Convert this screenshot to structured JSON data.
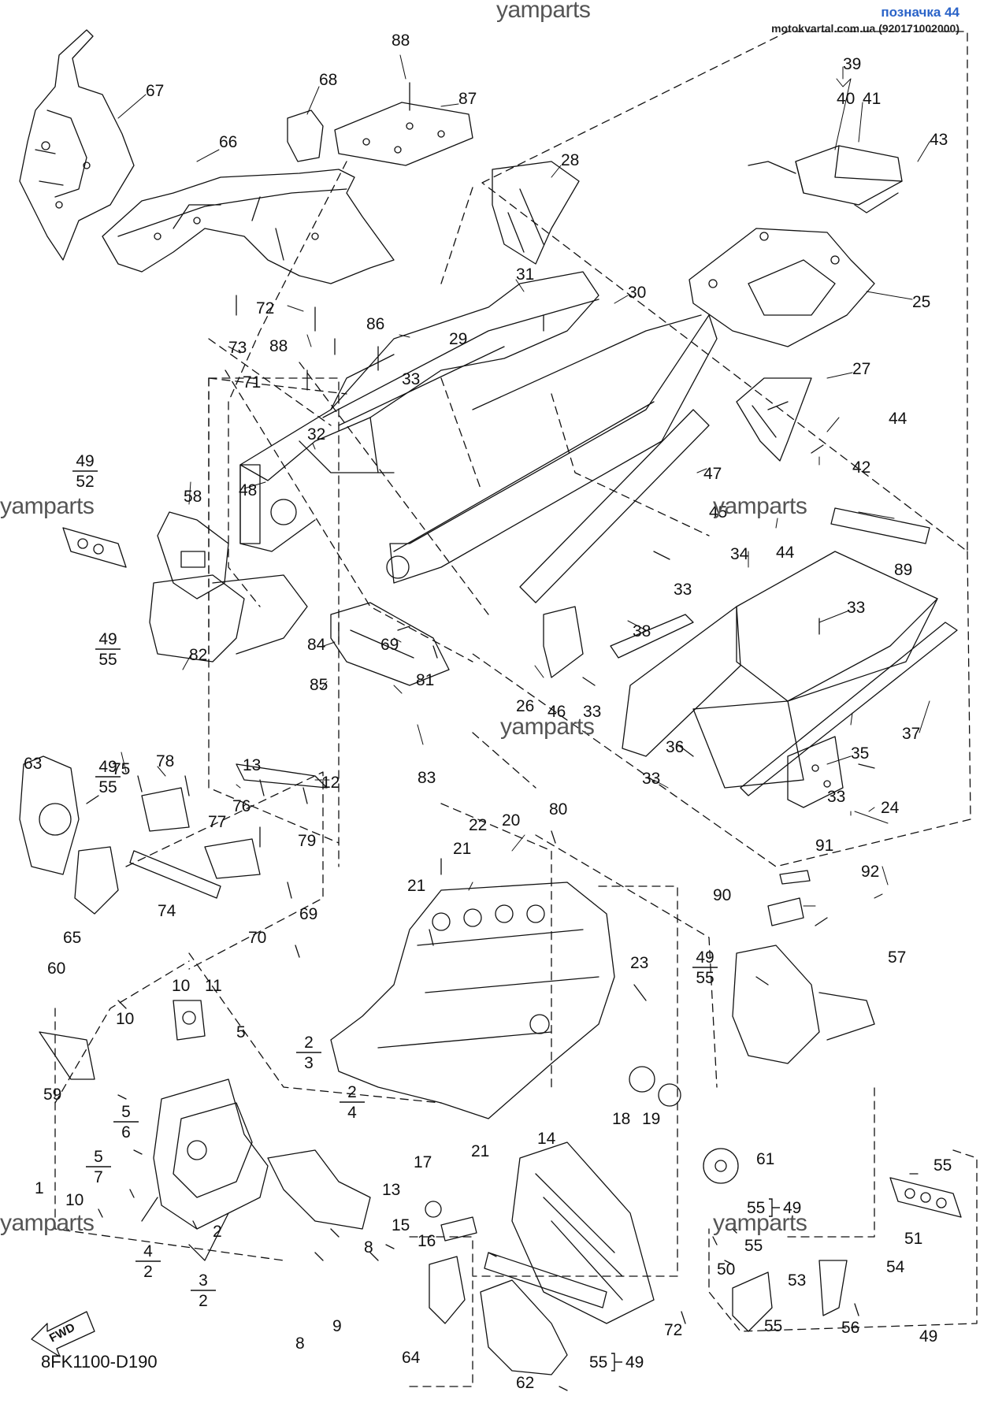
{
  "header": {
    "watermark": "yamparts",
    "badge": "позначка 44",
    "site": "motokvartal.com.ua (920171002000)"
  },
  "diagram_code": "8FK1100-D190",
  "fwd_label": "FWD",
  "watermarks": [
    "yamparts",
    "yamparts",
    "yamparts",
    "yamparts",
    "yamparts"
  ],
  "callouts": [
    {
      "id": "c88a",
      "text": "88"
    },
    {
      "id": "c87",
      "text": "87"
    },
    {
      "id": "c68",
      "text": "68"
    },
    {
      "id": "c67",
      "text": "67"
    },
    {
      "id": "c66",
      "text": "66"
    },
    {
      "id": "c39",
      "text": "39"
    },
    {
      "id": "c40",
      "text": "40"
    },
    {
      "id": "c41",
      "text": "41"
    },
    {
      "id": "c43",
      "text": "43"
    },
    {
      "id": "c28",
      "text": "28"
    },
    {
      "id": "c25",
      "text": "25"
    },
    {
      "id": "c31",
      "text": "31"
    },
    {
      "id": "c30",
      "text": "30"
    },
    {
      "id": "c72a",
      "text": "72"
    },
    {
      "id": "c73",
      "text": "73"
    },
    {
      "id": "c86",
      "text": "86"
    },
    {
      "id": "c88b",
      "text": "88"
    },
    {
      "id": "c29",
      "text": "29"
    },
    {
      "id": "c71",
      "text": "71"
    },
    {
      "id": "c33a",
      "text": "33"
    },
    {
      "id": "c27",
      "text": "27"
    },
    {
      "id": "c44a",
      "text": "44"
    },
    {
      "id": "c42",
      "text": "42"
    },
    {
      "id": "c32",
      "text": "32"
    },
    {
      "id": "c47",
      "text": "47"
    },
    {
      "id": "c48",
      "text": "48"
    },
    {
      "id": "c45",
      "text": "45"
    },
    {
      "id": "c44b",
      "text": "44"
    },
    {
      "id": "c89",
      "text": "89"
    },
    {
      "id": "c58",
      "text": "58"
    },
    {
      "id": "c33b",
      "text": "33"
    },
    {
      "id": "c34",
      "text": "34"
    },
    {
      "id": "c33c",
      "text": "33"
    },
    {
      "id": "c84",
      "text": "84"
    },
    {
      "id": "c69a",
      "text": "69"
    },
    {
      "id": "c81",
      "text": "81"
    },
    {
      "id": "c38",
      "text": "38"
    },
    {
      "id": "c85",
      "text": "85"
    },
    {
      "id": "c26",
      "text": "26"
    },
    {
      "id": "c46",
      "text": "46"
    },
    {
      "id": "c33d",
      "text": "33"
    },
    {
      "id": "c37",
      "text": "37"
    },
    {
      "id": "c36",
      "text": "36"
    },
    {
      "id": "c35",
      "text": "35"
    },
    {
      "id": "c82",
      "text": "82"
    },
    {
      "id": "c13a",
      "text": "13"
    },
    {
      "id": "c63",
      "text": "63"
    },
    {
      "id": "c75",
      "text": "75"
    },
    {
      "id": "c78",
      "text": "78"
    },
    {
      "id": "c12",
      "text": "12"
    },
    {
      "id": "c83",
      "text": "83"
    },
    {
      "id": "c33e",
      "text": "33"
    },
    {
      "id": "c33f",
      "text": "33"
    },
    {
      "id": "c24",
      "text": "24"
    },
    {
      "id": "c76",
      "text": "76"
    },
    {
      "id": "c77",
      "text": "77"
    },
    {
      "id": "c80",
      "text": "80"
    },
    {
      "id": "c22",
      "text": "22"
    },
    {
      "id": "c20",
      "text": "20"
    },
    {
      "id": "c79",
      "text": "79"
    },
    {
      "id": "c21a",
      "text": "21"
    },
    {
      "id": "c91",
      "text": "91"
    },
    {
      "id": "c92",
      "text": "92"
    },
    {
      "id": "c90",
      "text": "90"
    },
    {
      "id": "c74",
      "text": "74"
    },
    {
      "id": "c21b",
      "text": "21"
    },
    {
      "id": "c65",
      "text": "65"
    },
    {
      "id": "c69b",
      "text": "69"
    },
    {
      "id": "c70",
      "text": "70"
    },
    {
      "id": "c57",
      "text": "57"
    },
    {
      "id": "c23",
      "text": "23"
    },
    {
      "id": "c60",
      "text": "60"
    },
    {
      "id": "c10a",
      "text": "10"
    },
    {
      "id": "c11",
      "text": "11"
    },
    {
      "id": "c10b",
      "text": "10"
    },
    {
      "id": "c5a",
      "text": "5"
    },
    {
      "id": "c59",
      "text": "59"
    },
    {
      "id": "c18",
      "text": "18"
    },
    {
      "id": "c19",
      "text": "19"
    },
    {
      "id": "c61",
      "text": "61"
    },
    {
      "id": "c14",
      "text": "14"
    },
    {
      "id": "c21c",
      "text": "21"
    },
    {
      "id": "c17",
      "text": "17"
    },
    {
      "id": "c55a",
      "text": "55"
    },
    {
      "id": "c51",
      "text": "51"
    },
    {
      "id": "c1",
      "text": "1"
    },
    {
      "id": "c13b",
      "text": "13"
    },
    {
      "id": "c15",
      "text": "15"
    },
    {
      "id": "c16",
      "text": "16"
    },
    {
      "id": "c10c",
      "text": "10"
    },
    {
      "id": "c8a",
      "text": "8"
    },
    {
      "id": "c55b",
      "text": "55"
    },
    {
      "id": "c50",
      "text": "50"
    },
    {
      "id": "c54",
      "text": "54"
    },
    {
      "id": "c53",
      "text": "53"
    },
    {
      "id": "c2a",
      "text": "2"
    },
    {
      "id": "c9",
      "text": "9"
    },
    {
      "id": "c64",
      "text": "64"
    },
    {
      "id": "c72b",
      "text": "72"
    },
    {
      "id": "c55c",
      "text": "55"
    },
    {
      "id": "c56",
      "text": "56"
    },
    {
      "id": "c49a",
      "text": "49"
    },
    {
      "id": "c8b",
      "text": "8"
    },
    {
      "id": "c62",
      "text": "62"
    },
    {
      "id": "c55d",
      "text": "55"
    },
    {
      "id": "c49b",
      "text": "49"
    }
  ],
  "fractions": [
    {
      "id": "f1",
      "top": "49",
      "bottom": "52"
    },
    {
      "id": "f2",
      "top": "49",
      "bottom": "55"
    },
    {
      "id": "f3",
      "top": "49",
      "bottom": "55"
    },
    {
      "id": "f4",
      "top": "49",
      "bottom": "55"
    },
    {
      "id": "f5",
      "top": "2",
      "bottom": "3"
    },
    {
      "id": "f6",
      "top": "2",
      "bottom": "4"
    },
    {
      "id": "f7",
      "top": "5",
      "bottom": "6"
    },
    {
      "id": "f8",
      "top": "5",
      "bottom": "7"
    },
    {
      "id": "f9",
      "top": "4",
      "bottom": "2"
    },
    {
      "id": "f10",
      "top": "3",
      "bottom": "2"
    }
  ],
  "pairs": [
    {
      "id": "p1",
      "left": "55",
      "right": "49"
    },
    {
      "id": "p2",
      "left": "55",
      "right": "49"
    }
  ]
}
